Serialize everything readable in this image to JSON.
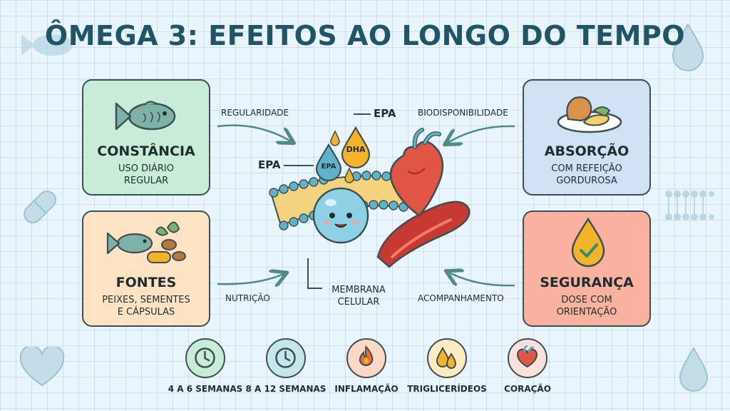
{
  "title": "ÔMEGA 3: EFEITOS AO LONGO DO TEMPO",
  "cards": {
    "constancia": {
      "title": "CONSTÂNCIA",
      "line1": "USO DIÁRIO",
      "line2": "REGULAR",
      "icon": "fish-icon"
    },
    "fontes": {
      "title": "FONTES",
      "line1": "PEIXES, SEMENTES",
      "line2": "E CÁPSULAS",
      "icon": "fish-nuts-capsule-icon"
    },
    "absorcao": {
      "title": "ABSORÇÃO",
      "line1": "COM REFEIÇÃO",
      "line2": "GORDUROSA",
      "icon": "meal-plate-icon"
    },
    "seguranca": {
      "title": "SEGURANÇA",
      "line1": "DOSE COM",
      "line2": "ORIENTAÇÃO",
      "icon": "drop-check-icon"
    }
  },
  "connectors": {
    "regularidade": "REGULARIDADE",
    "biodisponibilidade": "BIODISPONIBILIDADE",
    "nutricao": "NUTRIÇÃO",
    "acompanhamento": "ACOMPANHAMENTO"
  },
  "center": {
    "epa_top": "EPA",
    "epa_left": "EPA",
    "drop_dha": "DHA",
    "drop_epa": "EPA",
    "membrane_line1": "MEMBRANA",
    "membrane_line2": "CELULAR"
  },
  "timeline": [
    {
      "label": "4 A 6 SEMANAS",
      "icon": "clock-icon"
    },
    {
      "label": "8 A 12 SEMANAS",
      "icon": "clock-icon"
    },
    {
      "label": "INFLAMAÇÃO",
      "icon": "flame-icon"
    },
    {
      "label": "TRIGLICERÍDEOS",
      "icon": "oil-drops-icon"
    },
    {
      "label": "CORAÇÃO",
      "icon": "heart-icon"
    }
  ],
  "colors": {
    "title": "#1f5566",
    "green": "#c9ecd7",
    "orange": "#fde3c3",
    "blue": "#cfe1f3",
    "red": "#f9b2a0",
    "omega_drop": "#f3b42c",
    "epa_drop": "#5fb3c8"
  }
}
